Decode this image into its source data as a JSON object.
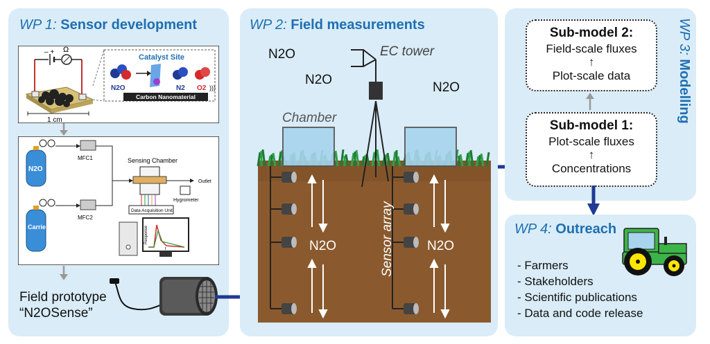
{
  "wp1": {
    "prefix": "WP 1:",
    "title": "Sensor development",
    "scale_label": "1 cm",
    "omega": "Ω",
    "catalyst_label": "Catalyst Site",
    "cnm_label": "Carbon Nanomaterial",
    "n2o": "N2O",
    "n2": "N2",
    "o2": "O2",
    "setup": {
      "n2o_tank": "N2O",
      "carrier_tank": "Carrier Gas",
      "mfc1": "MFC1",
      "mfc2": "MFC2",
      "sensing_chamber": "Sensing Chamber",
      "outlet": "Outlet",
      "hygrometer": "Hygrometer",
      "daq": "Data Acquisition Unit",
      "response": "Response",
      "time": "t"
    },
    "prototype_line1": "Field prototype",
    "prototype_line2": "“N2OSense”"
  },
  "wp2": {
    "prefix": "WP 2:",
    "title": "Field measurements",
    "n2o_a": "N2O",
    "n2o_b": "N2O",
    "n2o_c": "N2O",
    "n2o_soil_left": "N2O",
    "n2o_soil_right": "N2O",
    "ec_tower": "EC tower",
    "chamber": "Chamber",
    "sensor_array": "Sensor array"
  },
  "wp3": {
    "prefix": "WP 3:",
    "title": "Modelling",
    "sub2": {
      "title": "Sub-model 2:",
      "line1": "Field-scale fluxes",
      "arrow": "↑",
      "line2": "Plot-scale data"
    },
    "sub1": {
      "title": "Sub-model 1:",
      "line1": "Plot-scale fluxes",
      "arrow": "↑",
      "line2": "Concentrations"
    }
  },
  "wp4": {
    "prefix": "WP 4:",
    "title": "Outreach",
    "items": [
      "- Farmers",
      "- Stakeholders",
      "- Scientific publications",
      "- Data and code release"
    ]
  },
  "colors": {
    "panel": "#d9ecf7",
    "accent": "#1f6fb2",
    "arrow": "#1f3a93",
    "soil": "#8a5a2e",
    "grass": "#2fa04a",
    "tractor": "#3cb548"
  }
}
